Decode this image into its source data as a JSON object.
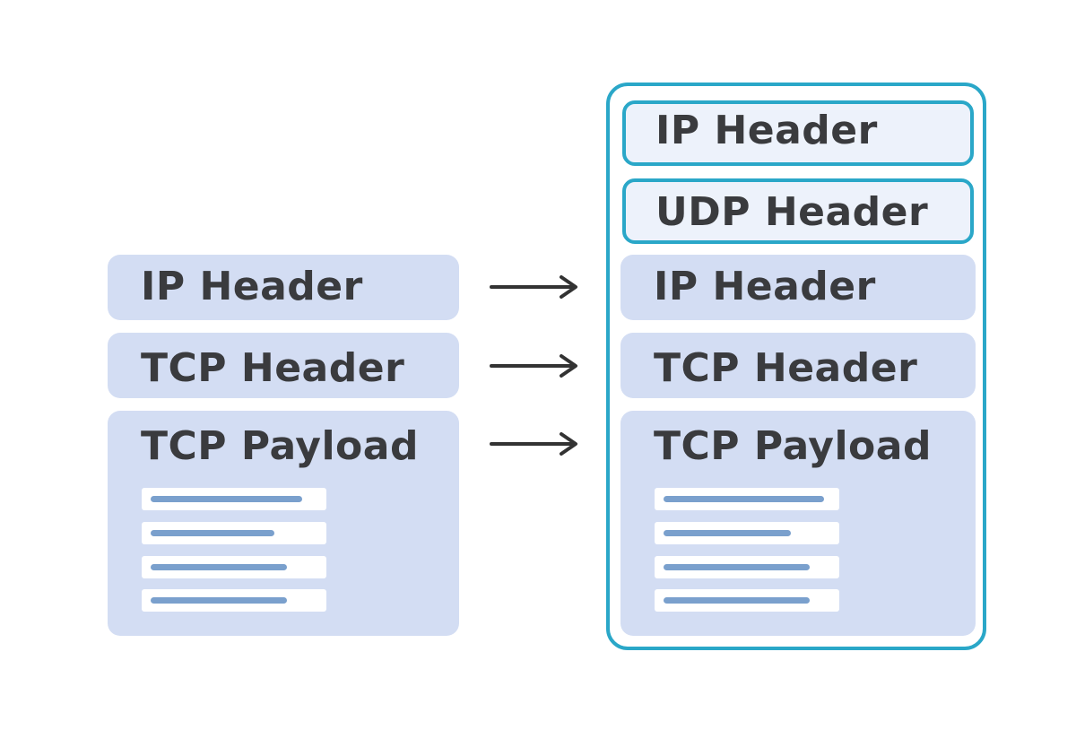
{
  "left_stack": {
    "ip_header": "IP Header",
    "tcp_header": "TCP Header",
    "tcp_payload": "TCP Payload",
    "payload_line_fractions": [
      0.82,
      0.67,
      0.74,
      0.74
    ]
  },
  "right_stack": {
    "outer_ip_header": "IP Header",
    "udp_header": "UDP Header",
    "inner_ip_header": "IP Header",
    "tcp_header": "TCP Header",
    "tcp_payload": "TCP Payload",
    "payload_line_fractions": [
      0.87,
      0.69,
      0.79,
      0.79
    ]
  },
  "colors": {
    "block_fill": "#d3ddf3",
    "encapsulation_border": "#2aa7c8",
    "arrow": "#333333",
    "text": "#3a3b3e",
    "payload_line": "#7aa0cd"
  },
  "icons": [
    "right-arrow-icon",
    "right-arrow-icon",
    "right-arrow-icon"
  ]
}
